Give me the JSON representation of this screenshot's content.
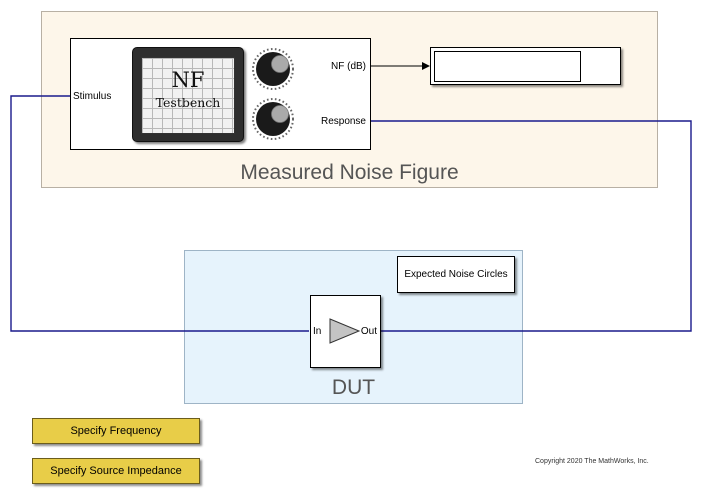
{
  "measured_area": {
    "title": "Measured Noise Figure"
  },
  "testbench": {
    "line1": "NF",
    "line2": "Testbench",
    "port_in": "Stimulus",
    "port_out_nf": "NF (dB)",
    "port_out_response": "Response"
  },
  "display": {
    "value": ""
  },
  "dut_area": {
    "title": "DUT"
  },
  "amplifier": {
    "port_in": "In",
    "port_out": "Out"
  },
  "noise_circles": {
    "label": "Expected Noise Circles"
  },
  "buttons": {
    "frequency": "Specify Frequency",
    "impedance": "Specify Source Impedance"
  },
  "copyright": "Copyright 2020 The MathWorks, Inc.",
  "colors": {
    "signal_line": "#1a1a8c",
    "button": "#e8cd48",
    "measured_bg": "#fdf6ea",
    "dut_bg": "#e6f3fc"
  }
}
